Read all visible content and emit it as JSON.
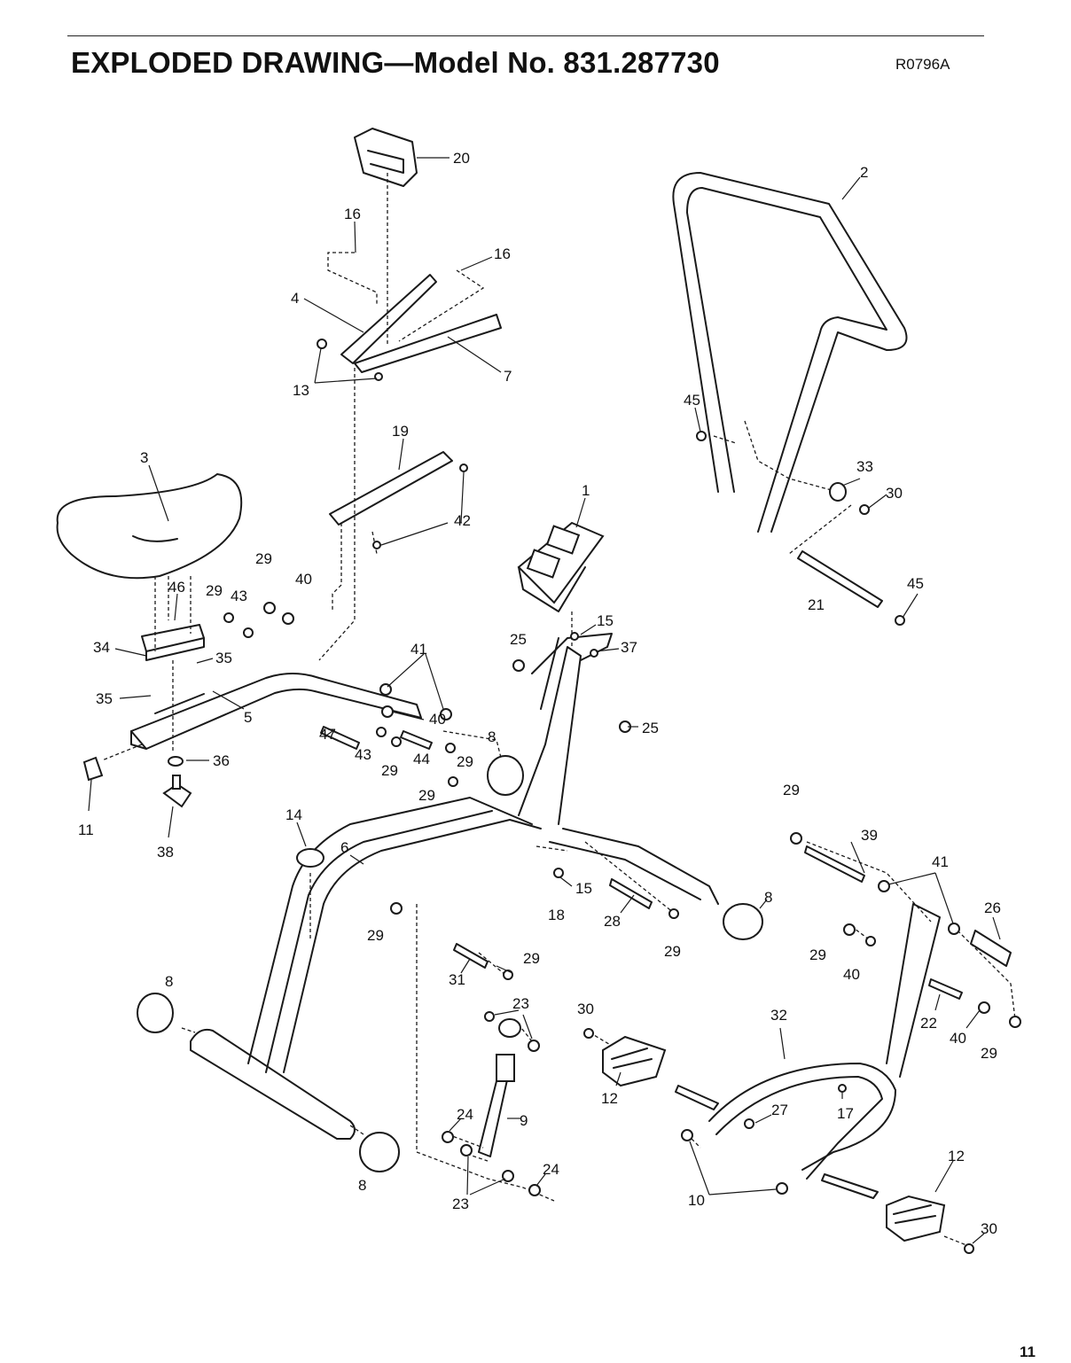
{
  "page": {
    "title": "EXPLODED DRAWING—Model No. 831.287730",
    "drawing_code": "R0796A",
    "page_number": "11"
  },
  "callouts": [
    {
      "id": "c20",
      "label": "20"
    },
    {
      "id": "c2",
      "label": "2"
    },
    {
      "id": "c16a",
      "label": "16"
    },
    {
      "id": "c16b",
      "label": "16"
    },
    {
      "id": "c4",
      "label": "4"
    },
    {
      "id": "c7",
      "label": "7"
    },
    {
      "id": "c13",
      "label": "13"
    },
    {
      "id": "c45a",
      "label": "45"
    },
    {
      "id": "c33",
      "label": "33"
    },
    {
      "id": "c30a",
      "label": "30"
    },
    {
      "id": "c19",
      "label": "19"
    },
    {
      "id": "c42",
      "label": "42"
    },
    {
      "id": "c3",
      "label": "3"
    },
    {
      "id": "c1",
      "label": "1"
    },
    {
      "id": "c21",
      "label": "21"
    },
    {
      "id": "c45b",
      "label": "45"
    },
    {
      "id": "c46",
      "label": "46"
    },
    {
      "id": "c29a",
      "label": "29"
    },
    {
      "id": "c29b",
      "label": "29"
    },
    {
      "id": "c43a",
      "label": "43"
    },
    {
      "id": "c40a",
      "label": "40"
    },
    {
      "id": "c15a",
      "label": "15"
    },
    {
      "id": "c25a",
      "label": "25"
    },
    {
      "id": "c37",
      "label": "37"
    },
    {
      "id": "c34",
      "label": "34"
    },
    {
      "id": "c35a",
      "label": "35"
    },
    {
      "id": "c41a",
      "label": "41"
    },
    {
      "id": "c35b",
      "label": "35"
    },
    {
      "id": "c5",
      "label": "5"
    },
    {
      "id": "c40b",
      "label": "40"
    },
    {
      "id": "c25b",
      "label": "25"
    },
    {
      "id": "c47",
      "label": "47"
    },
    {
      "id": "c8a",
      "label": "8"
    },
    {
      "id": "c43b",
      "label": "43"
    },
    {
      "id": "c44",
      "label": "44"
    },
    {
      "id": "c29c",
      "label": "29"
    },
    {
      "id": "c29d",
      "label": "29"
    },
    {
      "id": "c36",
      "label": "36"
    },
    {
      "id": "c29e",
      "label": "29"
    },
    {
      "id": "c11",
      "label": "11"
    },
    {
      "id": "c38",
      "label": "38"
    },
    {
      "id": "c14",
      "label": "14"
    },
    {
      "id": "c6",
      "label": "6"
    },
    {
      "id": "c29f",
      "label": "29"
    },
    {
      "id": "c39",
      "label": "39"
    },
    {
      "id": "c41b",
      "label": "41"
    },
    {
      "id": "c15b",
      "label": "15"
    },
    {
      "id": "c18",
      "label": "18"
    },
    {
      "id": "c28",
      "label": "28"
    },
    {
      "id": "c8b",
      "label": "8"
    },
    {
      "id": "c26",
      "label": "26"
    },
    {
      "id": "c29g",
      "label": "29"
    },
    {
      "id": "c29h",
      "label": "29"
    },
    {
      "id": "c29i",
      "label": "29"
    },
    {
      "id": "c40c",
      "label": "40"
    },
    {
      "id": "c31",
      "label": "31"
    },
    {
      "id": "c29j",
      "label": "29"
    },
    {
      "id": "c8c",
      "label": "8"
    },
    {
      "id": "c23a",
      "label": "23"
    },
    {
      "id": "c30b",
      "label": "30"
    },
    {
      "id": "c32",
      "label": "32"
    },
    {
      "id": "c22",
      "label": "22"
    },
    {
      "id": "c40d",
      "label": "40"
    },
    {
      "id": "c29k",
      "label": "29"
    },
    {
      "id": "c12a",
      "label": "12"
    },
    {
      "id": "c27",
      "label": "27"
    },
    {
      "id": "c17",
      "label": "17"
    },
    {
      "id": "c24a",
      "label": "24"
    },
    {
      "id": "c9",
      "label": "9"
    },
    {
      "id": "c10",
      "label": "10"
    },
    {
      "id": "c12b",
      "label": "12"
    },
    {
      "id": "c24b",
      "label": "24"
    },
    {
      "id": "c8d",
      "label": "8"
    },
    {
      "id": "c23b",
      "label": "23"
    },
    {
      "id": "c30c",
      "label": "30"
    }
  ]
}
